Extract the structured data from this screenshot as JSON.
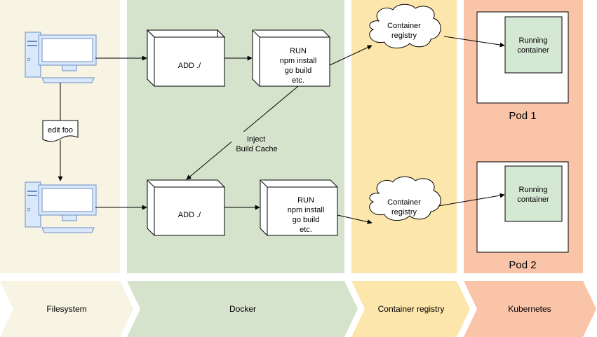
{
  "lanes": {
    "filesystem": "Filesystem",
    "docker": "Docker",
    "registry": "Container registry",
    "kubernetes": "Kubernetes"
  },
  "note": "edit foo",
  "top": {
    "add": "ADD ./",
    "run": [
      "RUN",
      "npm install",
      "go build",
      "etc."
    ],
    "registry": [
      "Container",
      "registry"
    ],
    "container": [
      "Running",
      "container"
    ],
    "pod": "Pod 1"
  },
  "bottom": {
    "add": "ADD ./",
    "run": [
      "RUN",
      "npm install",
      "go build",
      "etc."
    ],
    "registry": [
      "Container",
      "registry"
    ],
    "container": [
      "Running",
      "container"
    ],
    "pod": "Pod 2"
  },
  "cache_label": [
    "Inject",
    "Build Cache"
  ],
  "colors": {
    "filesystem": "#f7f4e4",
    "docker": "#d5e3cd",
    "registry": "#fde6ab",
    "kubernetes": "#f9c4a8",
    "computer": "#dae8fc",
    "computer_stroke": "#6c8ebf",
    "container_fill": "#d5e8d4"
  }
}
